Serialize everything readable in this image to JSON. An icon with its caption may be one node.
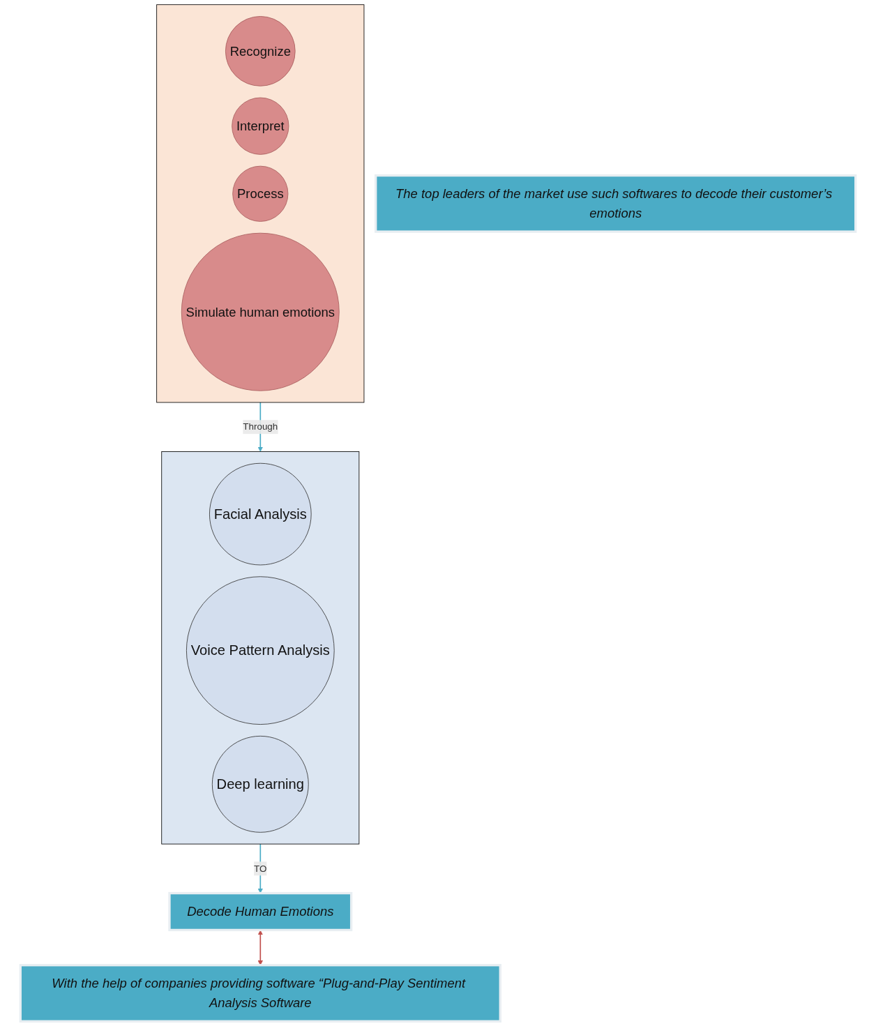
{
  "diagram": {
    "nodes": [
      {
        "text": [],
        "shape": "box"
      },
      {
        "text": [
          "Recognize"
        ],
        "in": 0
      },
      {
        "text": [
          "Interpret"
        ],
        "in": 0
      },
      {
        "text": [
          "Process"
        ],
        "in": 0
      },
      {
        "text": [
          "Simulate human emotions"
        ],
        "in": 0
      },
      {
        "text": [],
        "shape": "box"
      },
      {
        "text": [
          "Facial Analysis"
        ],
        "in": 5
      },
      {
        "text": [
          "Voice Pattern Analysis"
        ],
        "in": 5
      },
      {
        "text": [
          "Deep learning"
        ],
        "in": 5
      },
      {
        "text": [
          "Decode Human Emotions"
        ]
      },
      {
        "text": [
          "With the help of companies providing software “Plug-and-Play Sentiment Analysis Software"
        ]
      },
      {
        "text": [
          "The top leaders of the market use such softwares to decode their customer’s emotions"
        ]
      }
    ],
    "edges": [
      {
        "from": 0,
        "to": 5,
        "arrow": "to",
        "label": "Through"
      },
      {
        "from": 5,
        "to": 9,
        "arrow": "to",
        "label": "TO"
      },
      {
        "from": 9,
        "to": 10,
        "arrow": "both",
        "color": "#c0504d"
      }
    ]
  }
}
